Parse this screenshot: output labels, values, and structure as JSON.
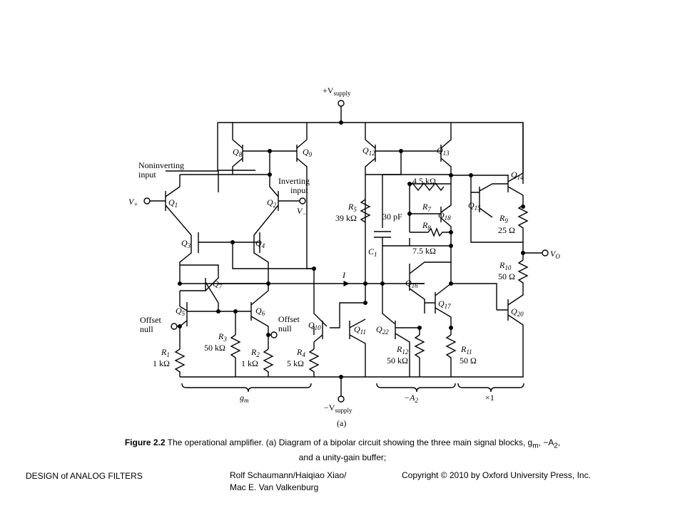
{
  "diagram": {
    "labels": {
      "vsupply_pos": "+V",
      "vsupply_pos_sub": "supply",
      "vsupply_neg": "−V",
      "vsupply_neg_sub": "supply",
      "noninverting_1": "Noninverting",
      "noninverting_2": "input",
      "inverting_1": "Inverting",
      "inverting_2": "input",
      "vplus": "V",
      "vplus_sub": "+",
      "vminus": "V",
      "vminus_sub": "−",
      "vo": "V",
      "vo_sub": "O",
      "current": "I",
      "offset_left_1": "Offset",
      "offset_left_2": "null",
      "offset_right_1": "Offset",
      "offset_right_2": "null",
      "subfig": "(a)"
    },
    "transistors": [
      {
        "name": "Q",
        "sub": "1"
      },
      {
        "name": "Q",
        "sub": "2"
      },
      {
        "name": "Q",
        "sub": "3"
      },
      {
        "name": "Q",
        "sub": "4"
      },
      {
        "name": "Q",
        "sub": "5"
      },
      {
        "name": "Q",
        "sub": "6"
      },
      {
        "name": "Q",
        "sub": "7"
      },
      {
        "name": "Q",
        "sub": "8"
      },
      {
        "name": "Q",
        "sub": "9"
      },
      {
        "name": "Q",
        "sub": "10"
      },
      {
        "name": "Q",
        "sub": "11"
      },
      {
        "name": "Q",
        "sub": "12"
      },
      {
        "name": "Q",
        "sub": "13"
      },
      {
        "name": "Q",
        "sub": "14"
      },
      {
        "name": "Q",
        "sub": "15"
      },
      {
        "name": "Q",
        "sub": "16"
      },
      {
        "name": "Q",
        "sub": "17"
      },
      {
        "name": "Q",
        "sub": "18"
      },
      {
        "name": "Q",
        "sub": "20"
      },
      {
        "name": "Q",
        "sub": "22"
      }
    ],
    "resistors": [
      {
        "name": "R",
        "sub": "1",
        "value": "1 kΩ"
      },
      {
        "name": "R",
        "sub": "2",
        "value": "1 kΩ"
      },
      {
        "name": "R",
        "sub": "3",
        "value": "50 kΩ"
      },
      {
        "name": "R",
        "sub": "4",
        "value": "5 kΩ"
      },
      {
        "name": "R",
        "sub": "5",
        "value": "39 kΩ"
      },
      {
        "name": "R",
        "sub": "7",
        "value": "4.5 kΩ"
      },
      {
        "name": "R",
        "sub": "8",
        "value": "7.5 kΩ"
      },
      {
        "name": "R",
        "sub": "9",
        "value": "25 Ω"
      },
      {
        "name": "R",
        "sub": "10",
        "value": "50 Ω"
      },
      {
        "name": "R",
        "sub": "11",
        "value": "50 Ω"
      },
      {
        "name": "R",
        "sub": "12",
        "value": "50 kΩ"
      }
    ],
    "capacitor": {
      "name": "C",
      "sub": "1",
      "value": "30 pF"
    },
    "blocks": [
      {
        "name": "g",
        "sub": "m"
      },
      {
        "name": "−A",
        "sub": "2"
      },
      {
        "name": "×1",
        "sub": ""
      }
    ]
  },
  "caption": {
    "figure_label": "Figure 2.2",
    "text_line1": " The  operational amplifier. (a) Diagram of a bipolar circuit showing the three main signal blocks, g",
    "gm_sub": "m",
    "text_mid": ", −A",
    "a2_sub": "2",
    "text_end": ",",
    "text_line2": "and a unity-gain buffer;"
  },
  "footer": {
    "left": "DESIGN of ANALOG FILTERS",
    "authors_line1": "Rolf Schaumann/Haiqiao Xiao/",
    "authors_line2": "Mac E. Van Valkenburg",
    "copyright": "Copyright © 2010 by Oxford University Press, Inc."
  }
}
